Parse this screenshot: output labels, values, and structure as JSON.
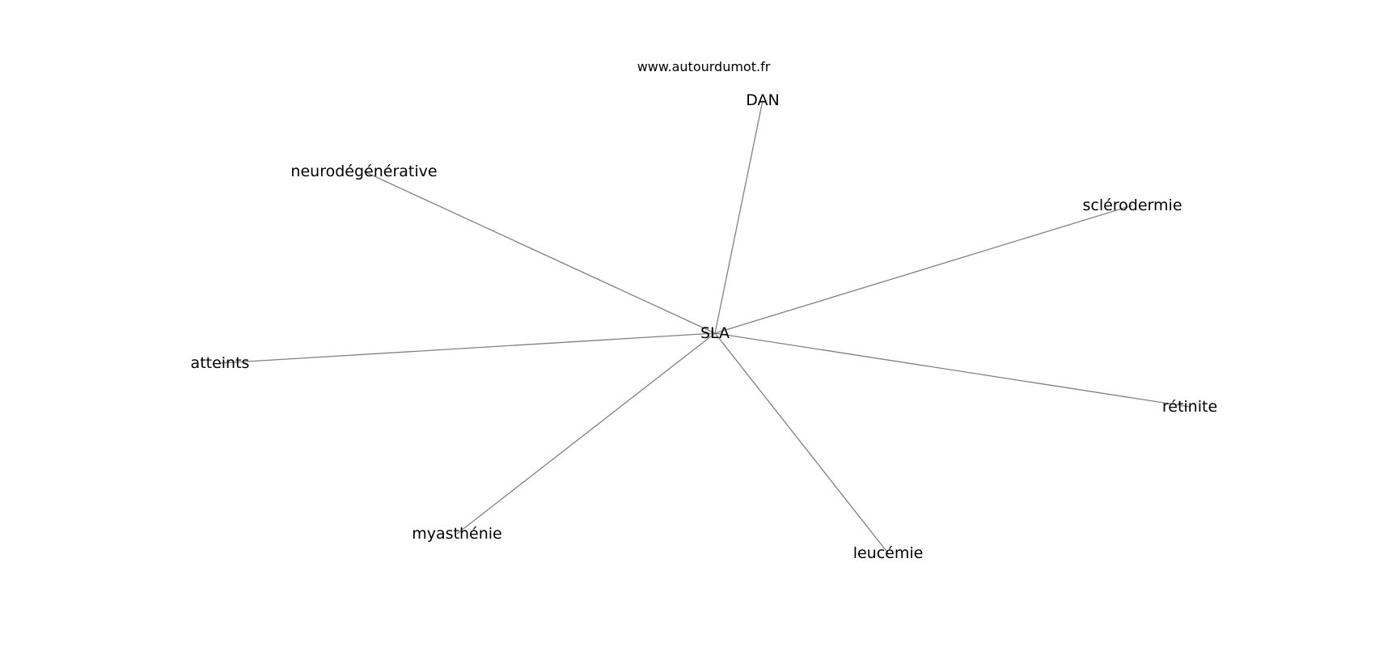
{
  "watermark": "www.autourdumot.fr",
  "graph": {
    "center": "SLA",
    "neighbors": [
      "DAN",
      "neurodégénérative",
      "sclérodermie",
      "atteints",
      "rétinite",
      "myasthénie",
      "leucémie"
    ]
  },
  "colors": {
    "edge": "#808080",
    "text": "#000000",
    "background": "#ffffff"
  }
}
